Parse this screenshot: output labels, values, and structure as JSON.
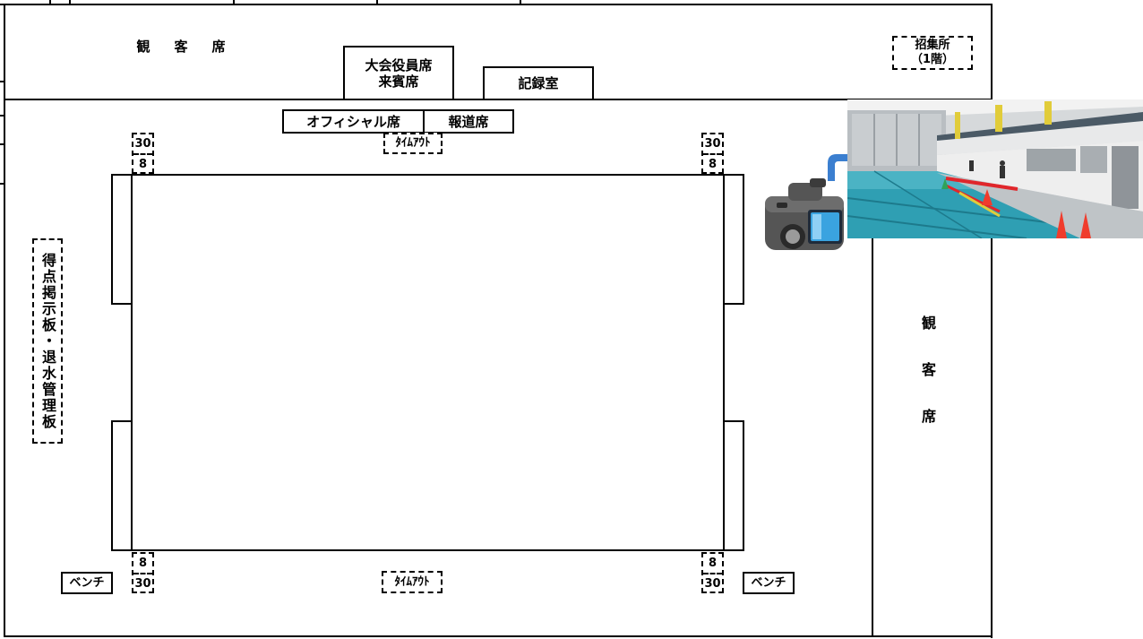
{
  "labels": {
    "audience_top": "観　客　席",
    "officials_guests_line1": "大会役員席",
    "officials_guests_line2": "来賓席",
    "records_room": "記録室",
    "assembly_line1": "招集所",
    "assembly_line2": "（1階）",
    "official_seat": "オフィシャル席",
    "press_seat": "報道席",
    "timeout": "ﾀｲﾑｱｳﾄ",
    "scoreboard": "得点掲示板・退水管理板",
    "audience_right": "観客席",
    "bench": "ベンチ",
    "marker_30": "30",
    "marker_8": "8"
  },
  "photo": {
    "subject": "indoor-pool-photo",
    "colors": {
      "water": "#2f9fb3",
      "wall": "#cfd3d6",
      "rope_red": "#e0262b",
      "cone_red": "#f03c2c",
      "arrow_blue": "#3b7fd0"
    }
  },
  "icons": {
    "camera": "camera-icon",
    "arrow": "arrow-up-right-icon"
  }
}
